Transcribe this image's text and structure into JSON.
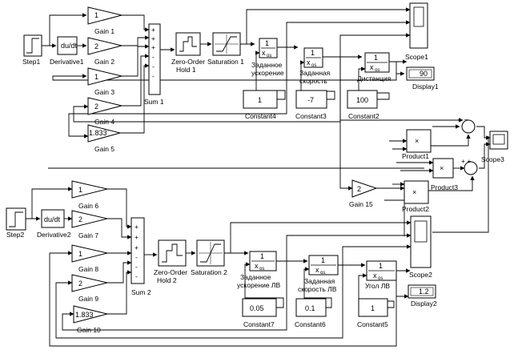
{
  "blocks": {
    "step1": {
      "label": "Step1"
    },
    "derivative1": {
      "label": "Derivative1",
      "text": "du/dt"
    },
    "gain1": {
      "label": "Gain 1",
      "value": "1"
    },
    "gain2": {
      "label": "Gain 2",
      "value": "2"
    },
    "gain3": {
      "label": "Gain 3",
      "value": "1"
    },
    "gain4": {
      "label": "Gain 4",
      "value": "2"
    },
    "gain5": {
      "label": "Gain 5",
      "value": "1.833"
    },
    "sum1": {
      "label": "Sum 1",
      "signs": [
        "+",
        "+",
        "+",
        "-",
        "-",
        "-"
      ]
    },
    "zoh1": {
      "label1": "Zero-Order",
      "label2": "Hold 1"
    },
    "sat1": {
      "label": "Saturation 1"
    },
    "int1": {
      "label1": "Заданное",
      "label2": "ускорение"
    },
    "int2": {
      "label1": "Заданная",
      "label2": "скорость"
    },
    "int3": {
      "label": "Дистанция"
    },
    "display1": {
      "label": "Display1",
      "value": "90"
    },
    "scope1": {
      "label": "Scope1"
    },
    "const4": {
      "label": "Constant4",
      "value": "1"
    },
    "const3": {
      "label": "Constant3",
      "value": "-7"
    },
    "const2": {
      "label": "Constant2",
      "value": "100"
    },
    "product1": {
      "label": "Product1",
      "symbol": "×"
    },
    "product2": {
      "label": "Product2",
      "symbol": "×"
    },
    "product3": {
      "label": "Product3",
      "symbol": "×"
    },
    "sumr1": {
      "signs": "+ −"
    },
    "sumr2": {
      "signs": "+ +"
    },
    "scope3": {
      "label": "Scope3"
    },
    "gain15": {
      "label": "Gain 15",
      "value": "2"
    },
    "step2": {
      "label": "Step2"
    },
    "derivative2": {
      "label": "Derivative2",
      "text": "du/dt"
    },
    "gain6": {
      "label": "Gain 6",
      "value": "1"
    },
    "gain7": {
      "label": "Gain 7",
      "value": "2"
    },
    "gain8": {
      "label": "Gain 8",
      "value": "1"
    },
    "gain9": {
      "label": "Gain 9",
      "value": "2"
    },
    "gain10": {
      "label": "Gain 10",
      "value": "1.833"
    },
    "sum2": {
      "label": "Sum 2",
      "signs": [
        "+",
        "+",
        "+",
        "-",
        "-",
        "-"
      ]
    },
    "zoh2": {
      "label1": "Zero-Order",
      "label2": "Hold 2"
    },
    "sat2": {
      "label": "Saturation 2"
    },
    "int4": {
      "label1": "Заданное",
      "label2": "ускорение ЛВ"
    },
    "int5": {
      "label1": "Заданная",
      "label2": "скорость ЛВ"
    },
    "int6": {
      "label": "Угол ЛВ"
    },
    "display2": {
      "label": "Display2",
      "value": "1.2"
    },
    "scope2": {
      "label": "Scope2"
    },
    "const7": {
      "label": "Constant7",
      "value": "0.05"
    },
    "const6": {
      "label": "Constant6",
      "value": "0.1"
    },
    "const5": {
      "label": "Constant5",
      "value": "1"
    },
    "integrator": {
      "num": "1",
      "den_var": "x",
      "den_sub": "os"
    }
  }
}
